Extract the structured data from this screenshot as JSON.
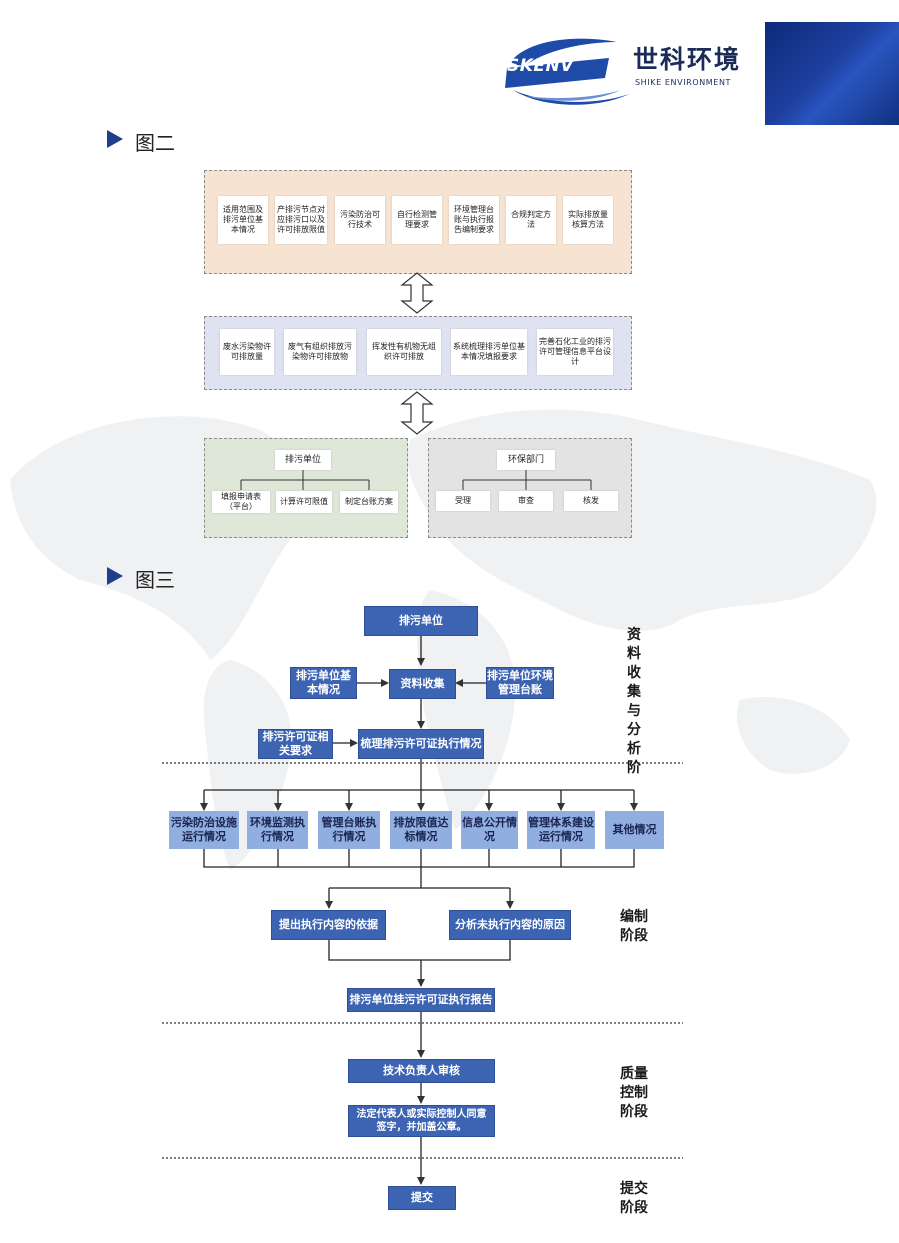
{
  "header": {
    "logo_mark": "SKENV",
    "logo_cn": "世科环境",
    "logo_en": "SHIKE ENVIRONMENT",
    "brand_color": "#1e4aa8"
  },
  "fig2": {
    "title": "图二",
    "top_items": [
      "适用范围及排污单位基本情况",
      "产排污节点对应排污口以及许可排放限值",
      "污染防治可行技术",
      "自行检测管理要求",
      "环境管理台账与执行报告编制要求",
      "合规判定方法",
      "实际排放量核算方法"
    ],
    "mid_items": [
      "废水污染物许可排放量",
      "废气有组织排放污染物许可排放物",
      "挥发性有机物无组织许可排放",
      "系统梳理排污单位基本情况填报要求",
      "完善石化工业的排污许可管理信息平台设计"
    ],
    "left_root": "排污单位",
    "left_children": [
      "填报申请表（平台）",
      "计算许可限值",
      "制定台账方案"
    ],
    "right_root": "环保部门",
    "right_children": [
      "受理",
      "审查",
      "核发"
    ]
  },
  "fig3": {
    "title": "图三",
    "start": "排污单位",
    "collect": "资料收集",
    "left_input": "排污单位基本情况",
    "right_input": "排污单位环境管理台账",
    "permit_req": "排污许可证相关要求",
    "sort": "梳理排污许可证执行情况",
    "items": [
      "污染防治设施运行情况",
      "环境监测执行情况",
      "管理台账执行情况",
      "排放限值达标情况",
      "信息公开情况",
      "管理体系建设运行情况",
      "其他情况"
    ],
    "basis": "提出执行内容的依据",
    "reason": "分析未执行内容的原因",
    "report": "排污单位挂污许可证执行报告",
    "review": "技术负责人审核",
    "sign": "法定代表人或实际控制人同意签字，并加盖公章。",
    "submit": "提交",
    "stages": [
      "资料收集与分析阶",
      "编制阶段",
      "质量控制阶段",
      "提交阶段"
    ]
  }
}
